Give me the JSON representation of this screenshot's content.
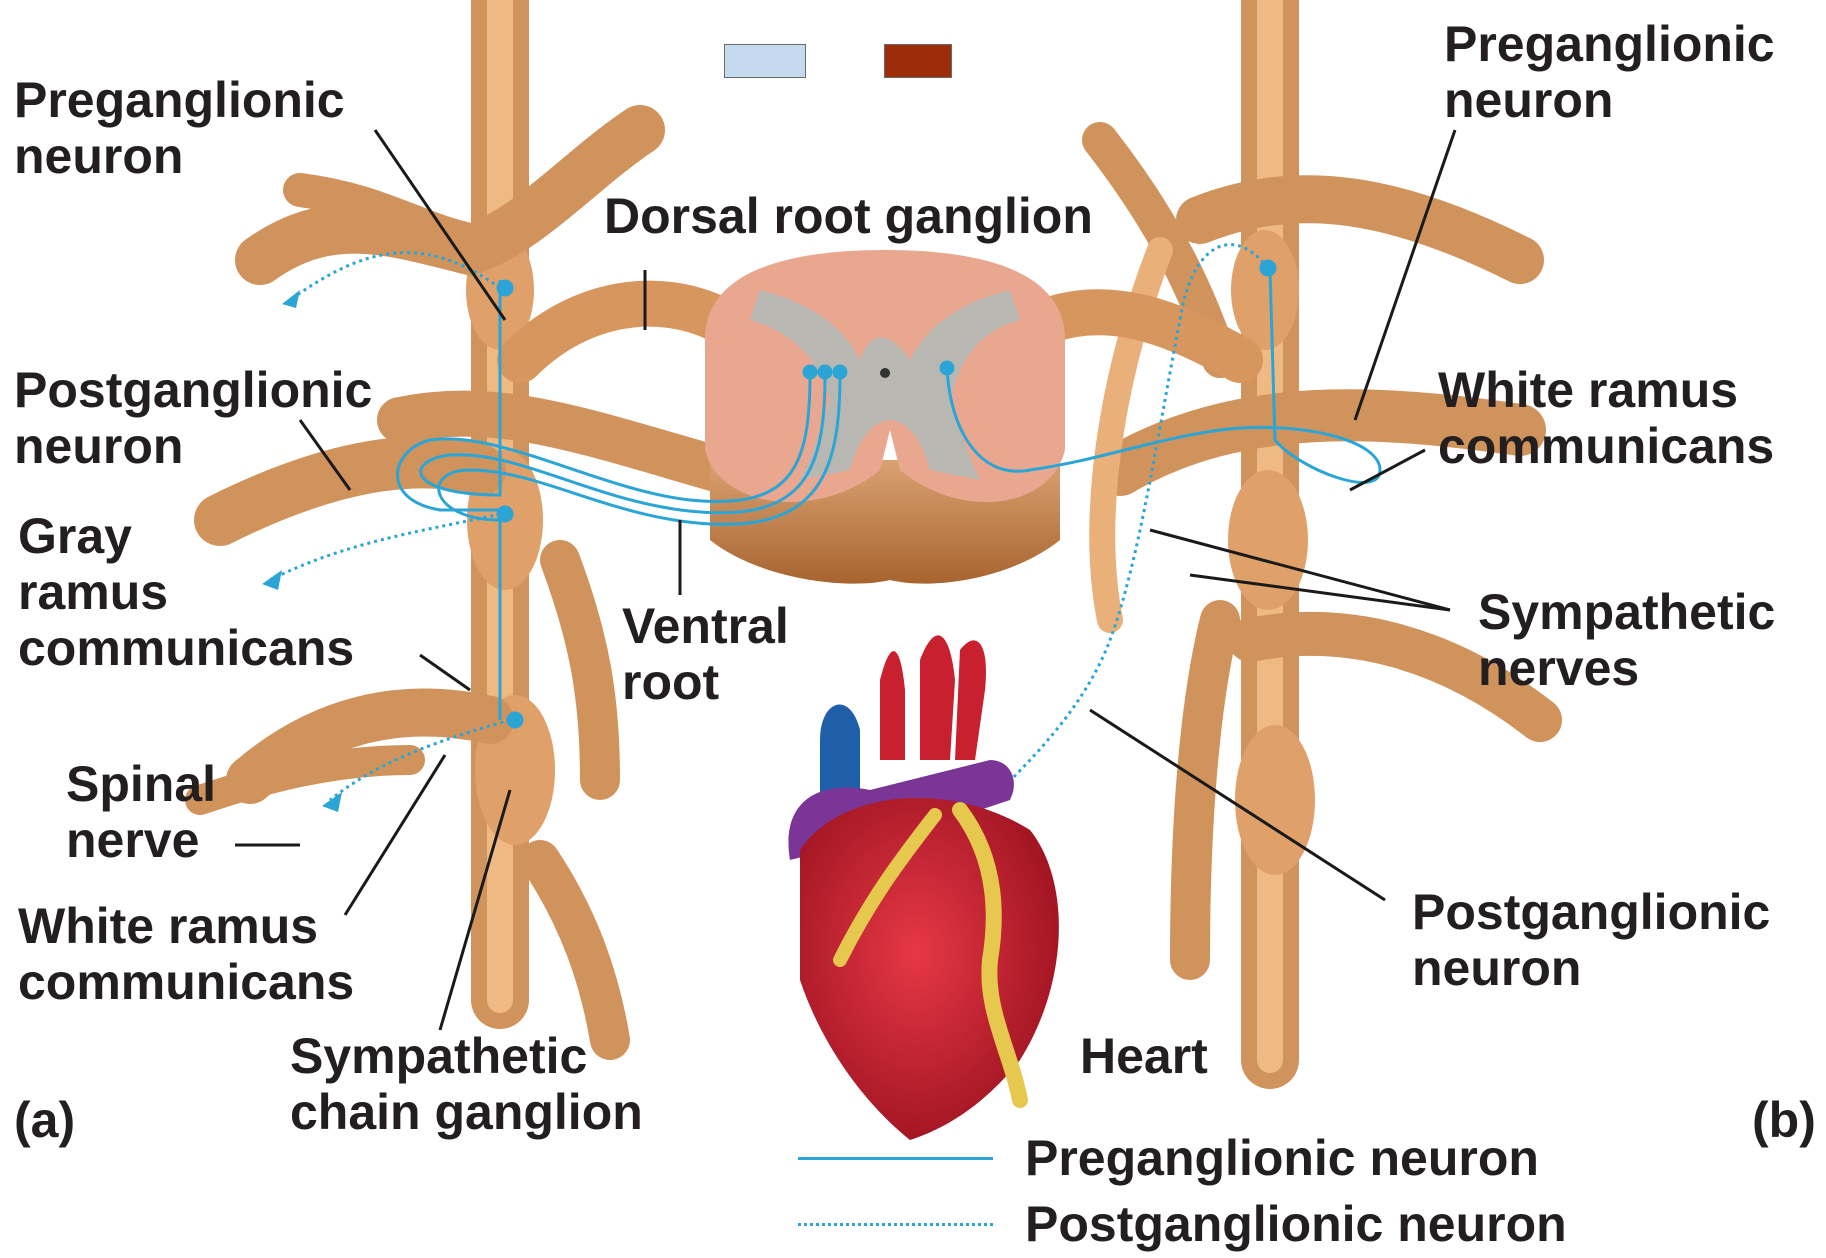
{
  "labels": {
    "left": {
      "preganglionic": [
        "Preganglionic",
        "neuron"
      ],
      "postganglionic": [
        "Postganglionic",
        "neuron"
      ],
      "gray_ramus": [
        "Gray",
        "ramus",
        "communicans"
      ],
      "spinal_nerve": [
        "Spinal",
        "nerve"
      ],
      "white_ramus": [
        "White ramus",
        "communicans"
      ],
      "chain_ganglion": [
        "Sympathetic",
        "chain ganglion"
      ],
      "panel": "(a)"
    },
    "center": {
      "dorsal_root_ganglion": "Dorsal root ganglion",
      "ventral_root": [
        "Ventral",
        "root"
      ],
      "heart": "Heart"
    },
    "right": {
      "preganglionic": [
        "Preganglionic",
        "neuron"
      ],
      "white_ramus": [
        "White ramus",
        "communicans"
      ],
      "sympathetic_nerves": [
        "Sympathetic",
        "nerves"
      ],
      "postganglionic": [
        "Postganglionic",
        "neuron"
      ],
      "panel": "(b)"
    }
  },
  "legend": [
    {
      "label": "Preganglionic neuron",
      "style": "solid"
    },
    {
      "label": "Postganglionic neuron",
      "style": "dotted"
    }
  ],
  "swatches": [
    "#c5d9ef",
    "#9b2d0a"
  ],
  "colors": {
    "nerve": "#e3a56d",
    "neuron": "#2aa5d6",
    "label": "#231f20",
    "heart": "#c8202e"
  }
}
